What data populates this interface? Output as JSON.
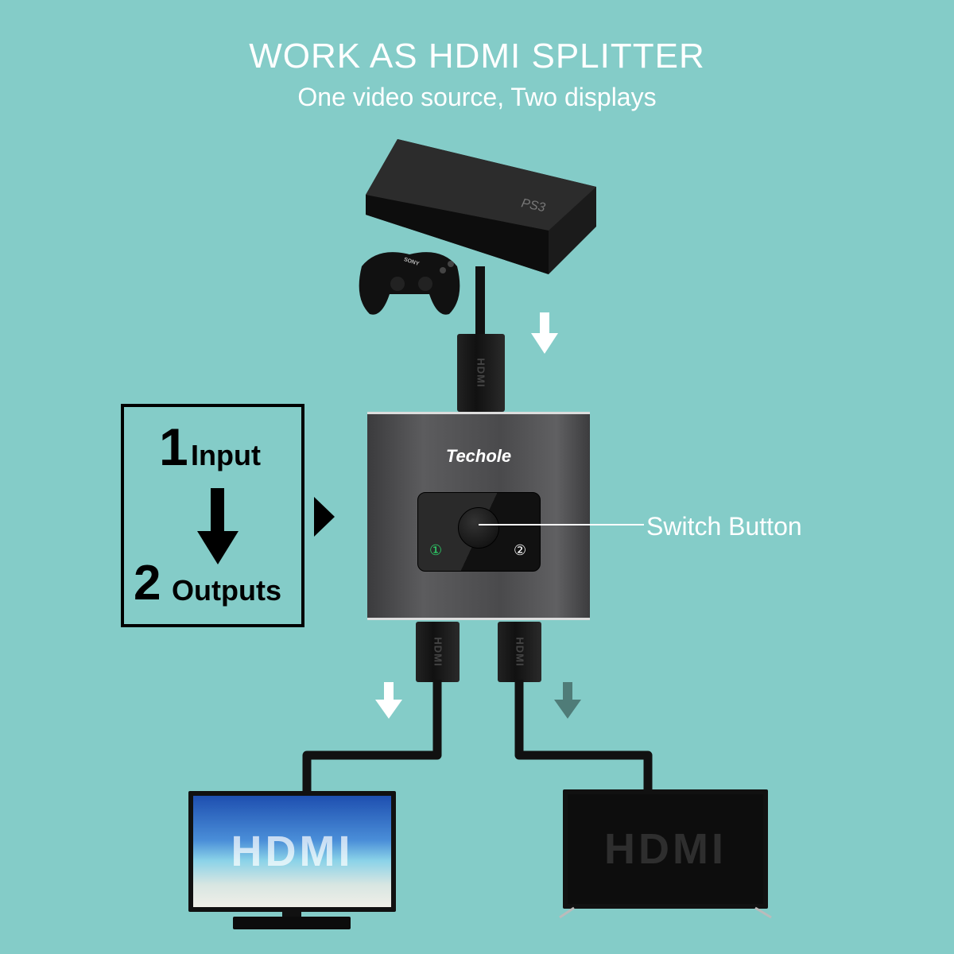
{
  "header": {
    "title": "WORK AS HDMI SPLITTER",
    "subtitle": "One video source, Two displays"
  },
  "source": {
    "console_label": "PS3",
    "controller_label": "SONY"
  },
  "diagram_box": {
    "input_count": "1",
    "input_label": "Input",
    "output_count": "2",
    "output_label": "Outputs"
  },
  "splitter": {
    "brand": "Techole",
    "port1": "①",
    "port2": "②",
    "port1_color": "#2ed36a",
    "callout": "Switch Button"
  },
  "connector_label": "HDMI",
  "displays": {
    "left_screen_text": "HDMI",
    "right_screen_text": "HDMI"
  },
  "colors": {
    "background": "#84ccc8",
    "active_arrow": "#ffffff",
    "inactive_arrow": "#4f7c78"
  }
}
